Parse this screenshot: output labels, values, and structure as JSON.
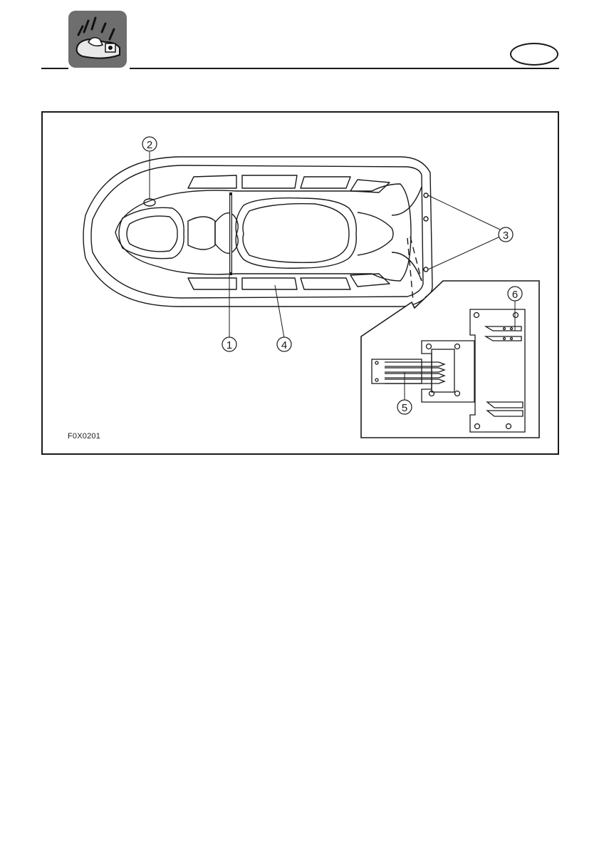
{
  "figure": {
    "code": "F0X0201",
    "callouts": [
      "1",
      "2",
      "3",
      "4",
      "5",
      "6"
    ]
  }
}
